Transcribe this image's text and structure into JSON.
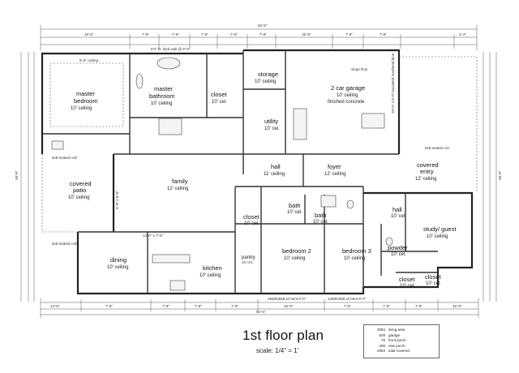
{
  "title": "1st floor plan",
  "scale": "scale: 1/4\" = 1'",
  "rooms": {
    "master_bedroom": {
      "name_1": "master",
      "name_2": "bedroom",
      "ceiling": "10' ceiling"
    },
    "master_bathroom": {
      "name_1": "master",
      "name_2": "bathroom",
      "ceiling": "10' ceiling"
    },
    "closet_master": {
      "name": "closet",
      "ceiling": "10' cel."
    },
    "storage": {
      "name": "storage",
      "ceiling": "10' ceiling"
    },
    "garage": {
      "name": "2 car garage",
      "ceiling": "10' ceiling",
      "floor": "finished concrete",
      "note": "slope floor"
    },
    "utility": {
      "name": "utility",
      "ceiling": "10' cel."
    },
    "hall_upper": {
      "name": "hall",
      "ceiling": "11' ceiling"
    },
    "foyer": {
      "name": "foyer",
      "ceiling": "12' ceiling"
    },
    "covered_entry": {
      "name_1": "covered",
      "name_2": "entry",
      "ceiling": "12' ceiling"
    },
    "covered_patio": {
      "name_1": "covered",
      "name_2": "patio",
      "ceiling": "10' ceiling"
    },
    "family": {
      "name": "family",
      "ceiling": "12' ceiling"
    },
    "closet_mid": {
      "name": "closet",
      "ceiling": "10' cel."
    },
    "bath_1": {
      "name": "bath",
      "ceiling": "10' cel."
    },
    "bath_2": {
      "name": "bath",
      "ceiling": "10' cel."
    },
    "hall_right": {
      "name": "hall",
      "ceiling": "10' cel."
    },
    "study": {
      "name": "study/ guest",
      "ceiling": "10' ceiling"
    },
    "bedroom_2": {
      "name": "bedroom 2",
      "ceiling": "10' ceiling"
    },
    "bedroom_3": {
      "name": "bedroom 3",
      "ceiling": "10' ceiling"
    },
    "powder": {
      "name": "powder",
      "ceiling": "10' cel."
    },
    "closet_b3": {
      "name": "closet",
      "ceiling": "10' cel."
    },
    "closet_study": {
      "name": "closet",
      "ceiling": "10' cel."
    },
    "dining": {
      "name": "dining",
      "ceiling": "10' ceiling"
    },
    "kitchen": {
      "name": "kitchen",
      "ceiling": "10' ceiling"
    },
    "pantry": {
      "name": "pantry",
      "ceiling": "10' cel."
    }
  },
  "dimensions": {
    "overall_top": "92'-6\"",
    "overall_bottom": "92'-6\"",
    "top_segments": [
      "15'-8\"",
      "7'-8\"",
      "7'-8\"",
      "7'-6\"",
      "7'-8\"",
      "7'-8\"",
      "15'-8\"",
      "7'-8\"",
      "7'-8\"",
      "3'-4\""
    ],
    "bottom_segments": [
      "14'-8\"",
      "7'-8\"",
      "7'-8\"",
      "7'-8\"",
      "7'-8\"",
      "15'-8\"",
      "7'-6\"",
      "7'-8\"",
      "7'-8\"",
      "15'-8\""
    ],
    "left_overall": "48'-8\"",
    "right_overall": "48'-8\"",
    "bath_callout": "5'0\" ht. tiled wall @ 8'-0\"",
    "ceiling_callout": "6'-6\" ceiling",
    "shower_callout": "9'-6\" x 7'-2\"",
    "wall_note_1": "6x8 treated coll.",
    "wall_note_2": "6x8 treated col.",
    "bottom_note_1": "2668/2668 w/ bent 9'-0\"",
    "bottom_note_2": "2468/2468 w/ bent 9'-0\"",
    "garage_door": "16'-0\" x 8'-0\" insulated overhead door",
    "patio_opening": "14'-0\" x 7'-8\"",
    "family_opening": "9'-9\" x 8'-0\""
  },
  "legend": [
    {
      "value": "2094",
      "label": "living area"
    },
    {
      "value": "528",
      "label": "garage"
    },
    {
      "value": "76",
      "label": "front porch"
    },
    {
      "value": "206",
      "label": "rear porch"
    },
    {
      "value": "2904",
      "label": "total covered"
    }
  ]
}
